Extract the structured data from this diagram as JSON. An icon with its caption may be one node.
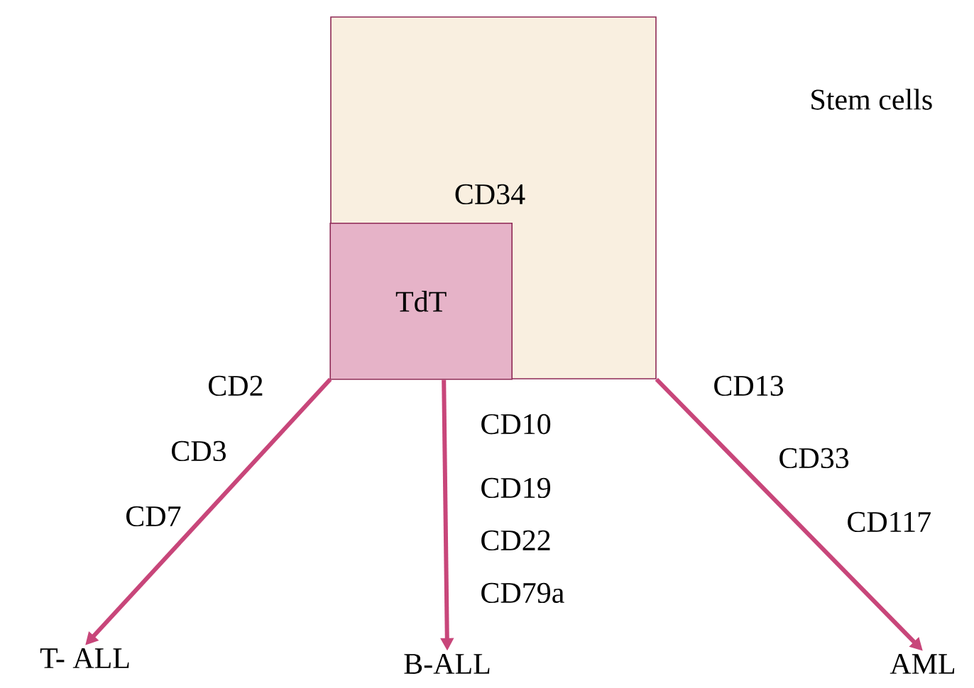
{
  "diagram": {
    "nodes": [
      {
        "text": [
          "CD34"
        ]
      },
      {
        "text": [
          "TdT"
        ],
        "in": 0
      },
      {
        "text": [
          "T- ALL"
        ]
      },
      {
        "text": [
          "B-ALL"
        ]
      },
      {
        "text": [
          "AML"
        ]
      }
    ],
    "edges": [
      {
        "from": 0,
        "to": 2,
        "arrow": "to"
      },
      {
        "from": 1,
        "to": 3,
        "arrow": "to"
      },
      {
        "from": 0,
        "to": 4,
        "arrow": "to"
      }
    ],
    "labels": [
      "Stem cells",
      "CD2",
      "CD3",
      "CD7",
      "CD10",
      "CD19",
      "CD22",
      "CD79a",
      "CD13",
      "CD33",
      "CD117"
    ]
  }
}
